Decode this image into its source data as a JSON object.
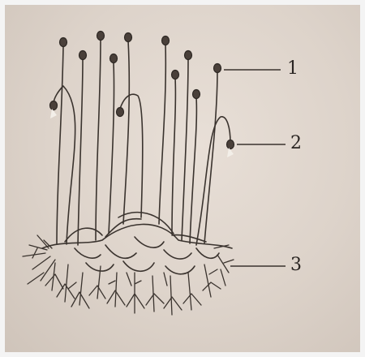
{
  "figure": {
    "description_labels": [
      {
        "id": "1",
        "text": "1"
      },
      {
        "id": "2",
        "text": "2"
      },
      {
        "id": "3",
        "text": "3"
      }
    ]
  },
  "colors": {
    "ink": "#3a332e",
    "background": "#ddd3ca"
  }
}
